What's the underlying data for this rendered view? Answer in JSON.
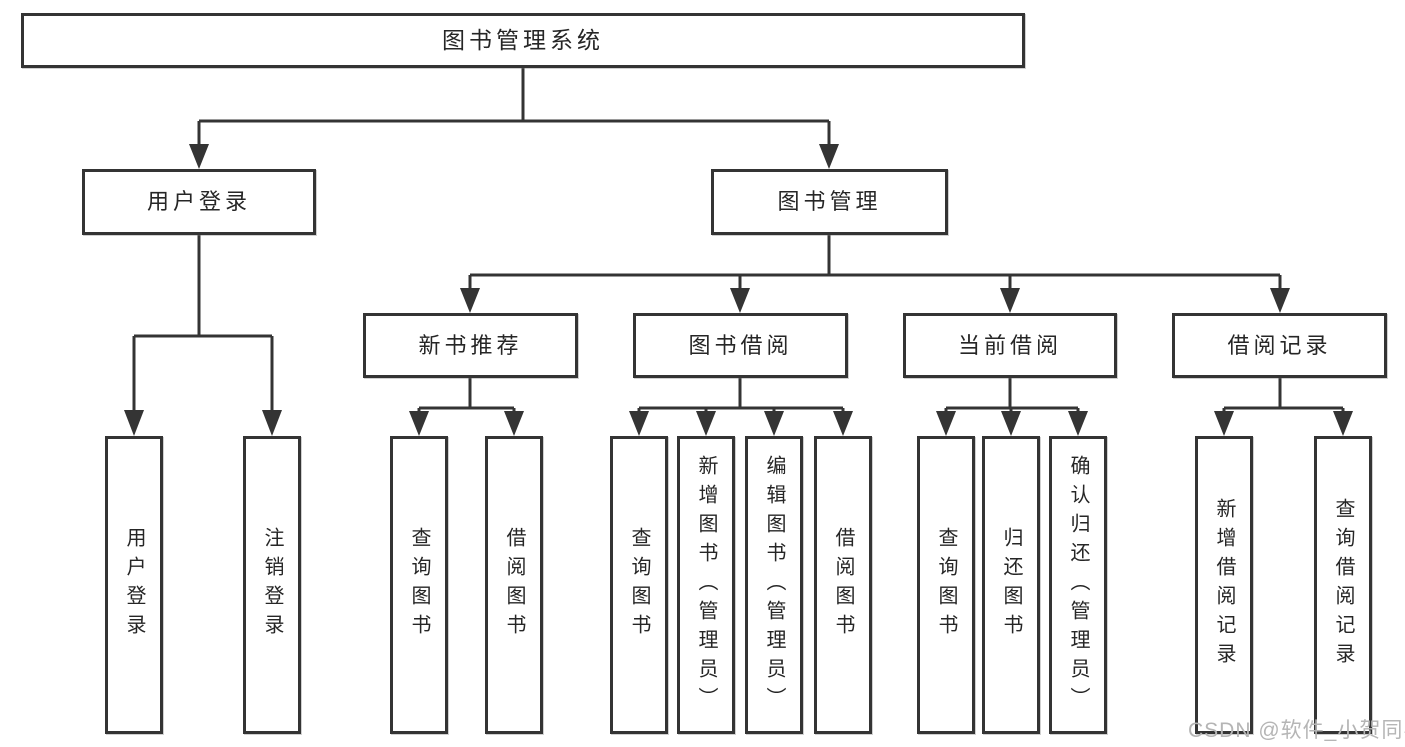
{
  "diagram": {
    "type": "tree",
    "title": "图书管理系统",
    "nodes": {
      "root": {
        "label": "图书管理系统"
      },
      "user_login": {
        "label": "用户登录"
      },
      "book_management": {
        "label": "图书管理"
      },
      "new_book_recommend": {
        "label": "新书推荐"
      },
      "book_borrow": {
        "label": "图书借阅"
      },
      "current_borrow": {
        "label": "当前借阅"
      },
      "borrow_records": {
        "label": "借阅记录"
      },
      "leaves": {
        "user_login": {
          "label": "用户登录"
        },
        "logout": {
          "label": "注销登录"
        },
        "nb_query_books": {
          "label": "查询图书"
        },
        "nb_borrow_books": {
          "label": "借阅图书"
        },
        "bb_query_books": {
          "label": "查询图书"
        },
        "bb_add_books": {
          "label": "新增图书（管理员）"
        },
        "bb_edit_books": {
          "label": "编辑图书（管理员）"
        },
        "bb_borrow_books": {
          "label": "借阅图书"
        },
        "cb_query_books": {
          "label": "查询图书"
        },
        "cb_return_books": {
          "label": "归还图书"
        },
        "cb_confirm_return": {
          "label": "确认归还（管理员）"
        },
        "br_add_record": {
          "label": "新增借阅记录"
        },
        "br_query_record": {
          "label": "查询借阅记录"
        }
      }
    },
    "hierarchy": [
      {
        "parent": "图书管理系统",
        "children": [
          "用户登录",
          "图书管理"
        ]
      },
      {
        "parent": "用户登录",
        "children": [
          "用户登录",
          "注销登录"
        ]
      },
      {
        "parent": "图书管理",
        "children": [
          "新书推荐",
          "图书借阅",
          "当前借阅",
          "借阅记录"
        ]
      },
      {
        "parent": "新书推荐",
        "children": [
          "查询图书",
          "借阅图书"
        ]
      },
      {
        "parent": "图书借阅",
        "children": [
          "查询图书",
          "新增图书（管理员）",
          "编辑图书（管理员）",
          "借阅图书"
        ]
      },
      {
        "parent": "当前借阅",
        "children": [
          "查询图书",
          "归还图书",
          "确认归还（管理员）"
        ]
      },
      {
        "parent": "借阅记录",
        "children": [
          "新增借阅记录",
          "查询借阅记录"
        ]
      }
    ],
    "colors": {
      "line": "#343434",
      "text": "#262626",
      "background": "#ffffff",
      "watermark_text": "#b5b5b5"
    }
  },
  "watermark": "CSDN @软件_小贺同学"
}
